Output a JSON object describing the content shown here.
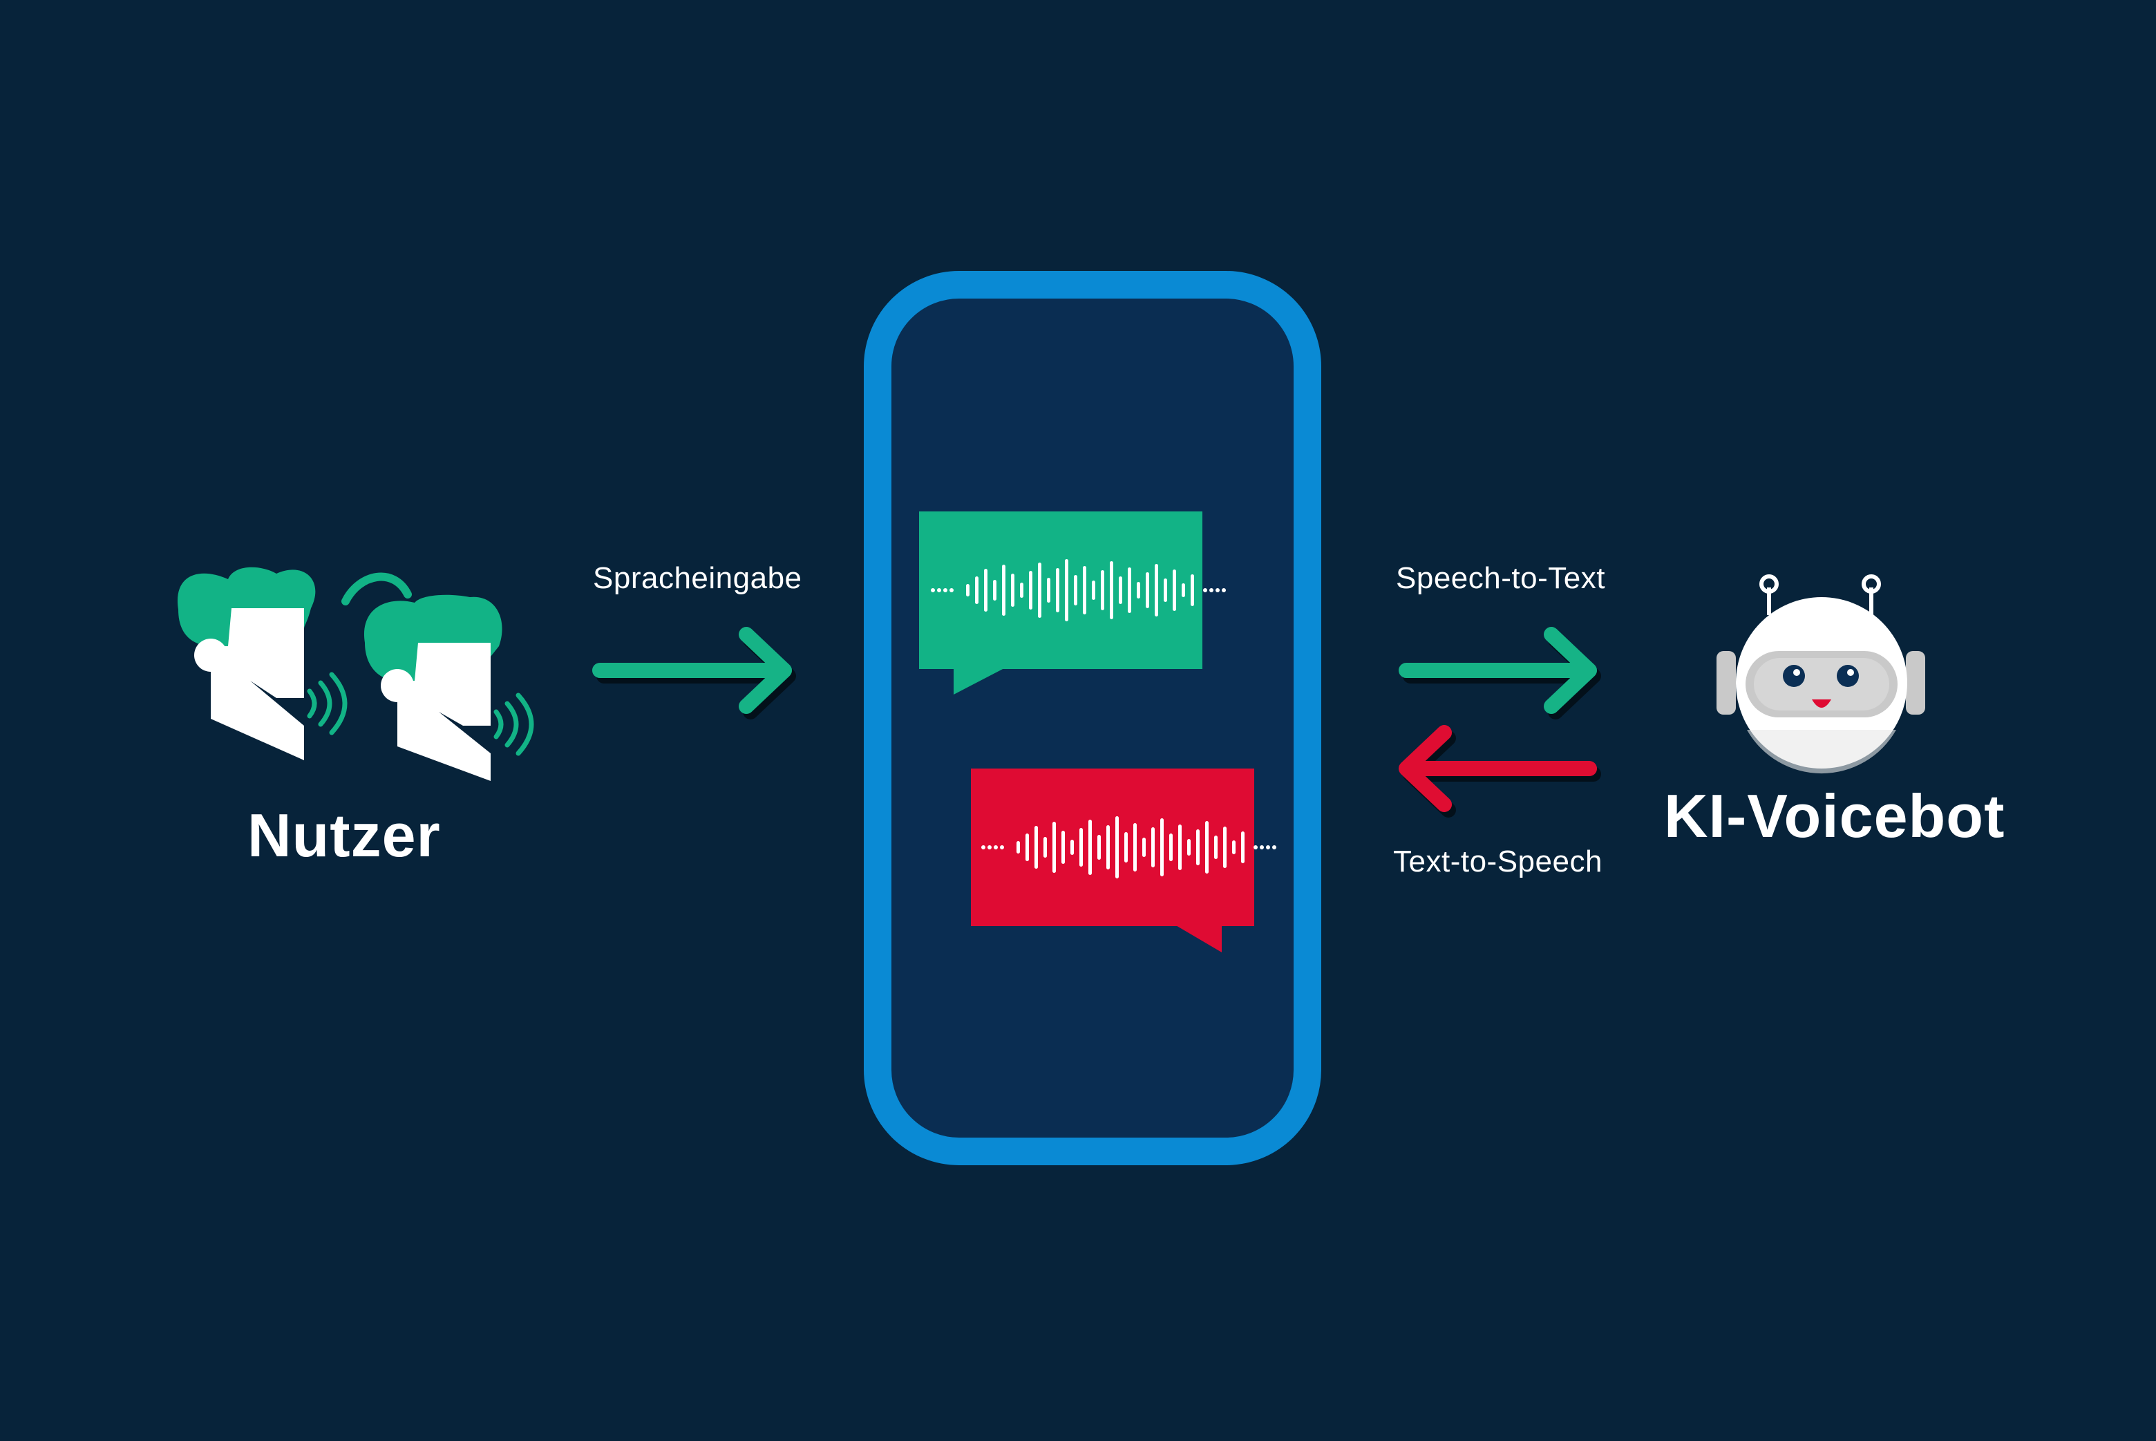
{
  "labels": {
    "user": "Nutzer",
    "bot": "KI-Voicebot",
    "speech_input": "Spracheingabe",
    "speech_to_text": "Speech-to-Text",
    "text_to_speech": "Text-to-Speech"
  },
  "colors": {
    "background": "#07233a",
    "phone_frame": "#0a8ad4",
    "phone_screen": "#0a2d52",
    "green": "#12b386",
    "red": "#df0b33",
    "white": "#ffffff",
    "robot_gray": "#c9c9c9"
  },
  "icons": {
    "users": "two-speaking-heads-icon",
    "bot": "robot-head-icon",
    "waveform": "audio-waveform-icon"
  }
}
